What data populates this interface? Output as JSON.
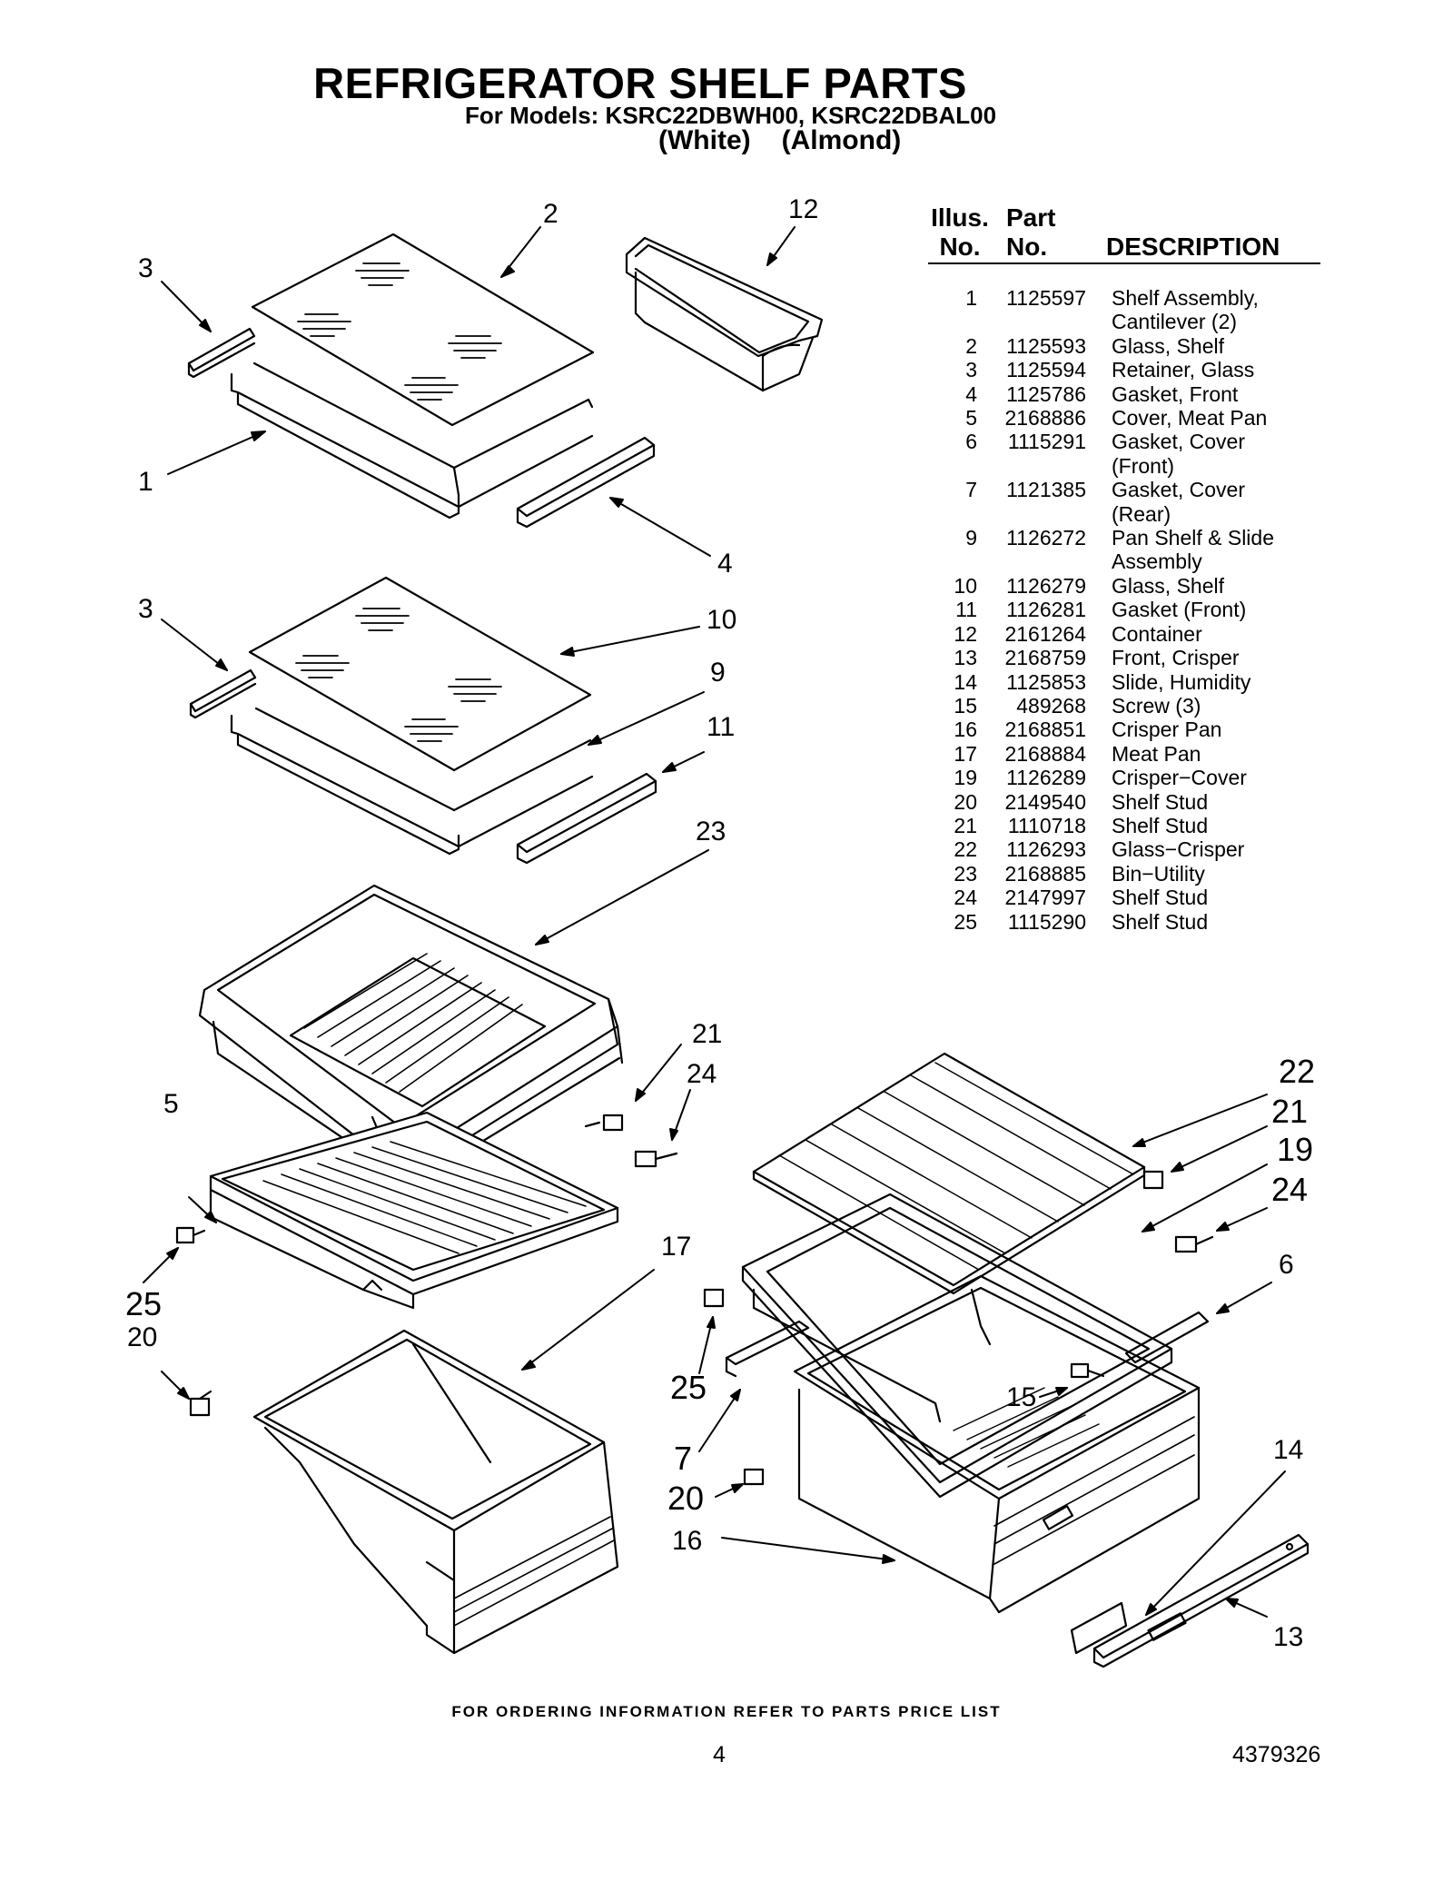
{
  "header": {
    "title": "REFRIGERATOR SHELF PARTS",
    "models_line": "For Models: KSRC22DBWH00, KSRC22DBAL00",
    "variant_white": "(White)",
    "variant_almond": "(Almond)"
  },
  "table": {
    "col_illus_1": "Illus.",
    "col_illus_2": "No.",
    "col_part_1": "Part",
    "col_part_2": "No.",
    "col_desc": "DESCRIPTION",
    "rows": [
      {
        "illus": "1",
        "part": "1125597",
        "desc": [
          "Shelf Assembly,",
          "Cantilever (2)"
        ]
      },
      {
        "illus": "2",
        "part": "1125593",
        "desc": [
          "Glass, Shelf"
        ]
      },
      {
        "illus": "3",
        "part": "1125594",
        "desc": [
          "Retainer, Glass"
        ]
      },
      {
        "illus": "4",
        "part": "1125786",
        "desc": [
          "Gasket, Front"
        ]
      },
      {
        "illus": "5",
        "part": "2168886",
        "desc": [
          "Cover, Meat Pan"
        ]
      },
      {
        "illus": "6",
        "part": "1115291",
        "desc": [
          "Gasket, Cover",
          "(Front)"
        ]
      },
      {
        "illus": "7",
        "part": "1121385",
        "desc": [
          "Gasket, Cover",
          "(Rear)"
        ]
      },
      {
        "illus": "9",
        "part": "1126272",
        "desc": [
          "Pan Shelf & Slide",
          "Assembly"
        ]
      },
      {
        "illus": "10",
        "part": "1126279",
        "desc": [
          "Glass, Shelf"
        ]
      },
      {
        "illus": "11",
        "part": "1126281",
        "desc": [
          "Gasket (Front)"
        ]
      },
      {
        "illus": "12",
        "part": "2161264",
        "desc": [
          "Container"
        ]
      },
      {
        "illus": "13",
        "part": "2168759",
        "desc": [
          "Front, Crisper"
        ]
      },
      {
        "illus": "14",
        "part": "1125853",
        "desc": [
          "Slide, Humidity"
        ]
      },
      {
        "illus": "15",
        "part": "489268",
        "desc": [
          "Screw (3)"
        ]
      },
      {
        "illus": "16",
        "part": "2168851",
        "desc": [
          "Crisper Pan"
        ]
      },
      {
        "illus": "17",
        "part": "2168884",
        "desc": [
          "Meat Pan"
        ]
      },
      {
        "illus": "19",
        "part": "1126289",
        "desc": [
          "Crisper−Cover"
        ]
      },
      {
        "illus": "20",
        "part": "2149540",
        "desc": [
          "Shelf Stud"
        ]
      },
      {
        "illus": "21",
        "part": "1110718",
        "desc": [
          "Shelf Stud"
        ]
      },
      {
        "illus": "22",
        "part": "1126293",
        "desc": [
          "Glass−Crisper"
        ]
      },
      {
        "illus": "23",
        "part": "2168885",
        "desc": [
          "Bin−Utility"
        ]
      },
      {
        "illus": "24",
        "part": "2147997",
        "desc": [
          "Shelf Stud"
        ]
      },
      {
        "illus": "25",
        "part": "1115290",
        "desc": [
          "Shelf Stud"
        ]
      }
    ]
  },
  "callouts": {
    "c1": "1",
    "c2": "2",
    "c3a": "3",
    "c3b": "3",
    "c4": "4",
    "c5": "5",
    "c6": "6",
    "c7": "7",
    "c9": "9",
    "c10": "10",
    "c11": "11",
    "c12": "12",
    "c13": "13",
    "c14": "14",
    "c15": "15",
    "c16": "16",
    "c17": "17",
    "c19": "19",
    "c20a": "20",
    "c20b": "20",
    "c21a": "21",
    "c21b": "21",
    "c22": "22",
    "c23": "23",
    "c24a": "24",
    "c24b": "24",
    "c25a": "25",
    "c25b": "25"
  },
  "footer": {
    "notice": "FOR ORDERING INFORMATION REFER TO PARTS PRICE LIST",
    "page": "4",
    "doc_number": "4379326"
  }
}
